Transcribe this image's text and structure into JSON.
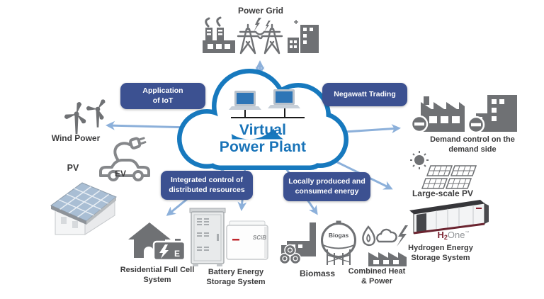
{
  "cloud": {
    "title": "Virtual\nPower Plant"
  },
  "boxes": {
    "iot": "Application\nof IoT",
    "negawatt": "Negawatt Trading",
    "integrated": "Integrated control of\ndistributed resources",
    "locally": "Locally produced and\nconsumed energy"
  },
  "nodes": {
    "powerGrid": {
      "label": "Power Grid"
    },
    "windPower": {
      "label": "Wind Power"
    },
    "pv": {
      "label": "PV"
    },
    "ev": {
      "label": "EV"
    },
    "residential": {
      "label": "Residential Full Cell\nSystem",
      "battery_letter": "E"
    },
    "battery": {
      "label": "Battery Energy\nStorage System",
      "module_text": "SCiB"
    },
    "biomass": {
      "label": "Biomass",
      "tank_text": "Biogas"
    },
    "chp": {
      "label": "Combined Heat\n& Power"
    },
    "demand": {
      "label": "Demand control on the\ndemand side"
    },
    "largePv": {
      "label": "Large-scale PV"
    },
    "hydrogen": {
      "label": "Hydrogen Energy\nStorage System",
      "logo_h": "H",
      "logo_sub": "2",
      "logo_one": "One",
      "logo_tm": "™"
    }
  },
  "icons": [
    "power-plant-icon",
    "transmission-tower-icon",
    "city-building-icon",
    "wind-turbine-icon",
    "ev-plug-car-icon",
    "solar-house-icon",
    "house-battery-icon",
    "storage-cabinet-icon",
    "battery-module-icon",
    "biomass-factory-icon",
    "biogas-tank-icon",
    "flame-icon",
    "steam-cloud-icon",
    "lightning-icon",
    "chp-factory-icon",
    "factory-minus-icon",
    "building-minus-icon",
    "sun-icon",
    "solar-panel-icon",
    "container-icon",
    "cloud-shape",
    "network-computers-icon",
    "arrow-connectors"
  ],
  "colors": {
    "cloud_blue": "#1779BE",
    "box_blue": "#3C5191",
    "arrow_blue": "#8CB0DA",
    "icon_gray": "#6F7174",
    "label_dark": "#3B3B3C",
    "toshiba_red": "#C0272D",
    "h2one_maroon": "#7B2230",
    "laptop_screen_blue": "#2E75B6",
    "solar_roof_blue": "#A9BED4"
  }
}
